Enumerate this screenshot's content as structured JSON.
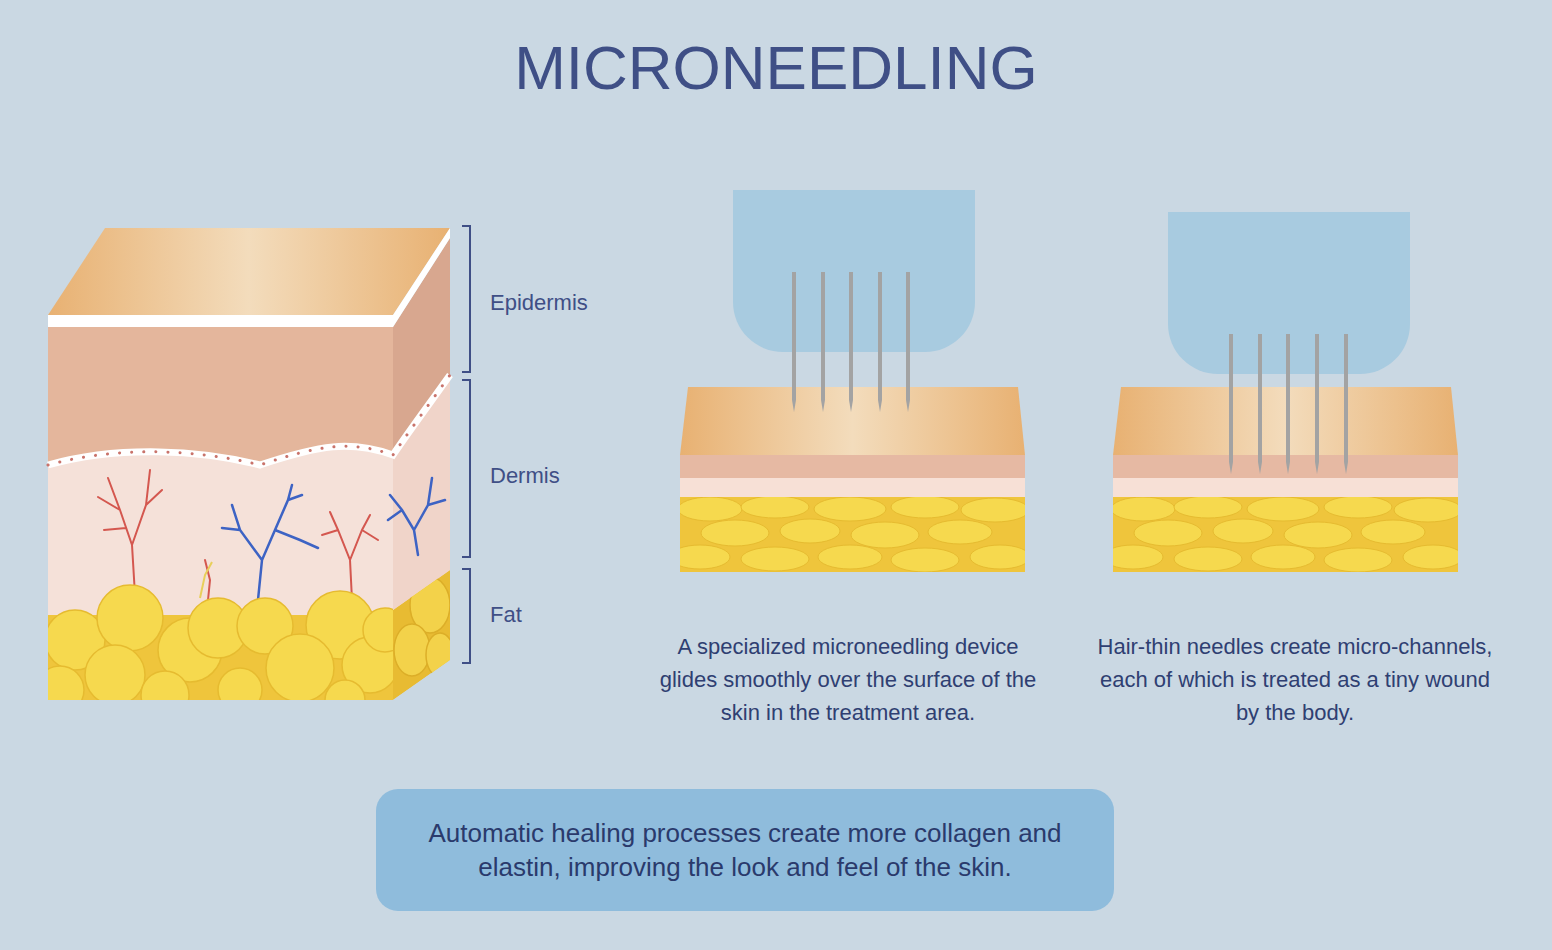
{
  "diagram": {
    "title": "MICRONEEDLING",
    "nodes": [
      {
        "text": [
          "Automatic healing processes create more collagen and elastin, improving the look and feel of the skin."
        ]
      }
    ],
    "labels": [
      "Epidermis",
      "Dermis",
      "Fat",
      "A specialized microneedling device glides smoothly over the surface of the skin in the treatment area.",
      "Hair-thin needles create micro-channels, each of which is treated as a tiny wound by the body."
    ]
  }
}
